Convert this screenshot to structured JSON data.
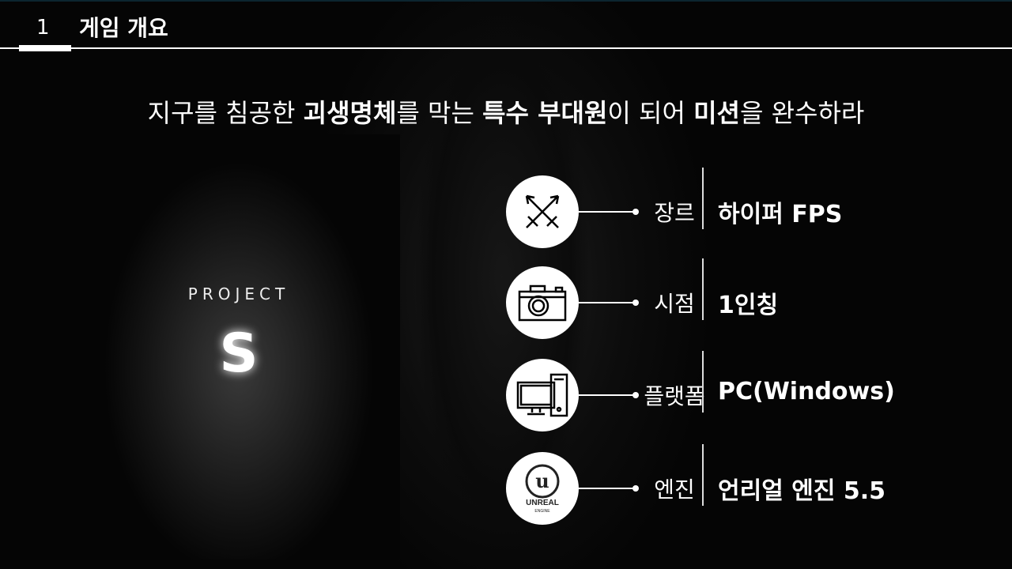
{
  "header": {
    "number": "1",
    "title": "게임 개요"
  },
  "headline": {
    "parts": [
      "지구를 침공한 ",
      "괴생명체",
      "를 막는 ",
      "특수 부대원",
      "이 되어 ",
      "미션",
      "을 완수하라"
    ]
  },
  "poster": {
    "line1": "PROJECT",
    "line2": "S"
  },
  "info": [
    {
      "icon": "crossed-swords-icon",
      "label": "장르",
      "value": "하이퍼 FPS"
    },
    {
      "icon": "camera-icon",
      "label": "시점",
      "value": "1인칭"
    },
    {
      "icon": "desktop-pc-icon",
      "label": "플랫폼",
      "value": "PC(Windows)"
    },
    {
      "icon": "unreal-engine-logo",
      "label": "엔진",
      "value": "언리얼 엔진 5.5",
      "logo_text": "UNREAL ENGINE"
    }
  ]
}
